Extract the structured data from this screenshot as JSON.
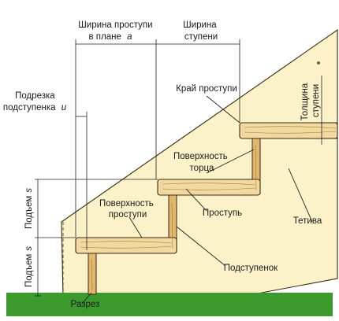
{
  "labels": {
    "tread_width_plan_line1": "Ширина проступи",
    "tread_width_plan_line2": "в плане",
    "tread_width_plan_var": "a",
    "step_width_line1": "Ширина",
    "step_width_line2": "ступени",
    "riser_undercut_line1": "Подрезка",
    "riser_undercut_line2": "подступенка",
    "riser_undercut_var": "u",
    "tread_edge": "Край проступи",
    "step_thickness_line1": "Толщина",
    "step_thickness_line2": "ступени",
    "end_surface_line1": "Поверхность",
    "end_surface_line2": "торца",
    "tread_surface_line1": "Поверхность",
    "tread_surface_line2": "проступи",
    "tread": "Проступь",
    "stringer": "Тетива",
    "riser": "Подступенок",
    "rise": "Подъем",
    "rise_var": "s",
    "section": "Разрез"
  },
  "colors": {
    "ground": "#3d9b2e",
    "wood": "#f2d9a0",
    "stringer": "#fbf2c9",
    "riser_wood": "#e2b86f",
    "outline": "#3a2a10"
  }
}
